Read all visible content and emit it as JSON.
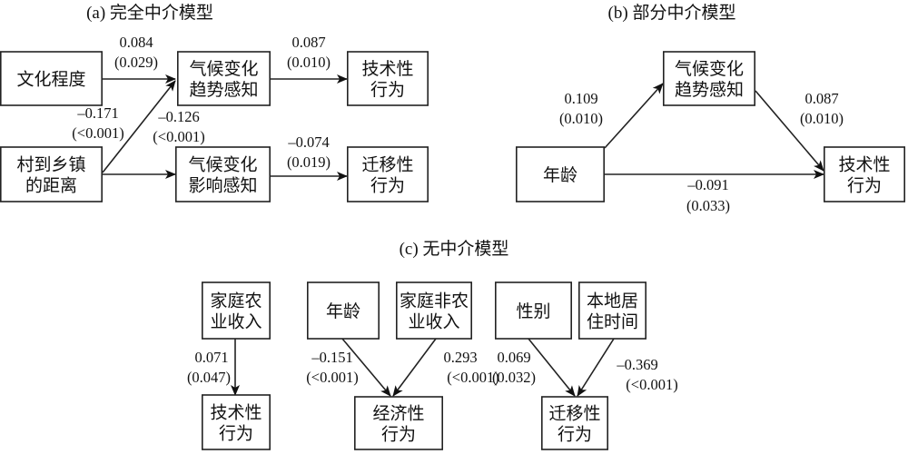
{
  "panels": [
    {
      "id": "a",
      "title": "(a) 完全中介模型",
      "nodes": [
        {
          "id": "edu",
          "lines": [
            "文化程度"
          ]
        },
        {
          "id": "dist",
          "lines": [
            "村到乡镇",
            "的距离"
          ]
        },
        {
          "id": "trend",
          "lines": [
            "气候变化",
            "趋势感知"
          ]
        },
        {
          "id": "impact",
          "lines": [
            "气候变化",
            "影响感知"
          ]
        },
        {
          "id": "tech",
          "lines": [
            "技术性",
            "行为"
          ]
        },
        {
          "id": "migr",
          "lines": [
            "迁移性",
            "行为"
          ]
        }
      ],
      "edges": [
        {
          "from": "edu",
          "to": "trend",
          "coef": "0.084",
          "p": "(0.029)"
        },
        {
          "from": "dist",
          "to": "trend",
          "coef": "–0.171",
          "p": "(<0.001)"
        },
        {
          "from": "dist",
          "to": "impact",
          "coef": "–0.126",
          "p": "(<0.001)"
        },
        {
          "from": "trend",
          "to": "tech",
          "coef": "0.087",
          "p": "(0.010)"
        },
        {
          "from": "impact",
          "to": "migr",
          "coef": "–0.074",
          "p": "(0.019)"
        }
      ]
    },
    {
      "id": "b",
      "title": "(b) 部分中介模型",
      "nodes": [
        {
          "id": "trend",
          "lines": [
            "气候变化",
            "趋势感知"
          ]
        },
        {
          "id": "age",
          "lines": [
            "年龄"
          ]
        },
        {
          "id": "tech",
          "lines": [
            "技术性",
            "行为"
          ]
        }
      ],
      "edges": [
        {
          "from": "age",
          "to": "trend",
          "coef": "0.109",
          "p": "(0.010)"
        },
        {
          "from": "trend",
          "to": "tech",
          "coef": "0.087",
          "p": "(0.010)"
        },
        {
          "from": "age",
          "to": "tech",
          "coef": "–0.091",
          "p": "(0.033)"
        }
      ]
    },
    {
      "id": "c",
      "title": "(c) 无中介模型",
      "nodes": [
        {
          "id": "farm",
          "lines": [
            "家庭农",
            "业收入"
          ]
        },
        {
          "id": "tech",
          "lines": [
            "技术性",
            "行为"
          ]
        },
        {
          "id": "age",
          "lines": [
            "年龄"
          ]
        },
        {
          "id": "nonfarm",
          "lines": [
            "家庭非农",
            "业收入"
          ]
        },
        {
          "id": "econ",
          "lines": [
            "经济性",
            "行为"
          ]
        },
        {
          "id": "sex",
          "lines": [
            "性别"
          ]
        },
        {
          "id": "resid",
          "lines": [
            "本地居",
            "住时间"
          ]
        },
        {
          "id": "migr",
          "lines": [
            "迁移性",
            "行为"
          ]
        }
      ],
      "edges": [
        {
          "from": "farm",
          "to": "tech",
          "coef": "0.071",
          "p": "(0.047)"
        },
        {
          "from": "age",
          "to": "econ",
          "coef": "–0.151",
          "p": "(<0.001)"
        },
        {
          "from": "nonfarm",
          "to": "econ",
          "coef": "0.293",
          "p": "(<0.001)"
        },
        {
          "from": "sex",
          "to": "migr",
          "coef": "0.069",
          "p": "(0.032)"
        },
        {
          "from": "resid",
          "to": "migr",
          "coef": "–0.369",
          "p": "(<0.001)"
        }
      ]
    }
  ]
}
